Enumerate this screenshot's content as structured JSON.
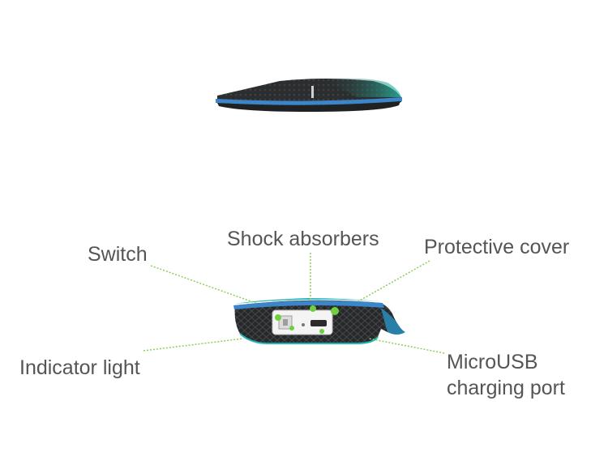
{
  "labels": {
    "switch": "Switch",
    "shock_absorbers": "Shock absorbers",
    "protective_cover": "Protective cover",
    "indicator_light": "Indicator light",
    "microusb_line1": "MicroUSB",
    "microusb_line2": "charging port"
  },
  "colors": {
    "body_dark": "#2f3133",
    "teal_trim": "#1fb6b8",
    "blue_trim": "#3a86c8",
    "leader_green": "#8ccf5a",
    "label_gray": "#555555"
  }
}
